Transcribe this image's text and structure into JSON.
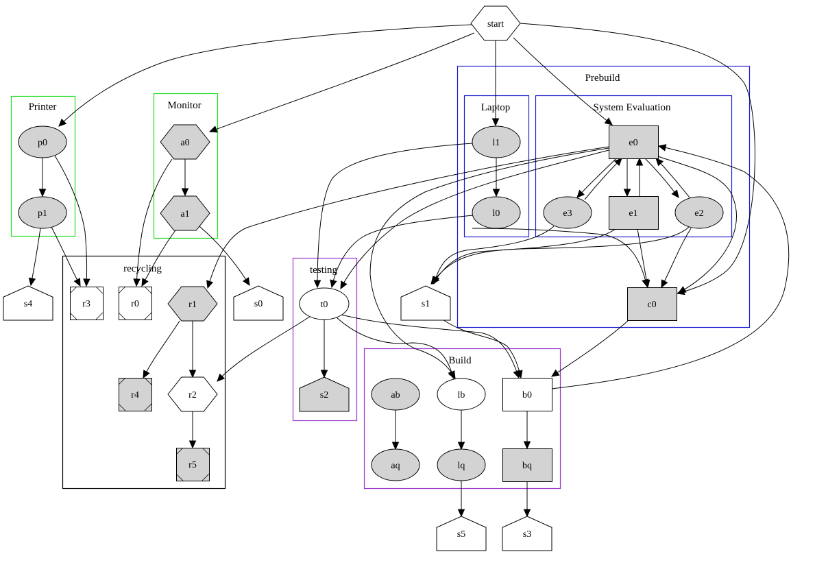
{
  "graph": {
    "colors": {
      "filled": "#d3d3d3",
      "empty": "#ffffff",
      "cluster_green": "#22dd22",
      "cluster_blue": "#1a1acc",
      "cluster_purple": "#9933cc",
      "cluster_black": "#000000"
    },
    "clusters": [
      {
        "id": "printer",
        "label": "Printer",
        "color": "cluster_green"
      },
      {
        "id": "monitor",
        "label": "Monitor",
        "color": "cluster_green"
      },
      {
        "id": "prebuild",
        "label": "Prebuild",
        "color": "cluster_blue"
      },
      {
        "id": "laptop",
        "label": "Laptop",
        "color": "cluster_blue"
      },
      {
        "id": "system-evaluation",
        "label": "System Evaluation",
        "color": "cluster_blue"
      },
      {
        "id": "recycling",
        "label": "recycling",
        "color": "cluster_black"
      },
      {
        "id": "testing",
        "label": "testing",
        "color": "cluster_purple"
      },
      {
        "id": "build",
        "label": "Build",
        "color": "cluster_purple"
      }
    ],
    "nodes": [
      {
        "id": "start",
        "label": "start",
        "shape": "hexagon",
        "filled": false,
        "cluster": ""
      },
      {
        "id": "p0",
        "label": "p0",
        "shape": "ellipse",
        "filled": true,
        "cluster": "printer"
      },
      {
        "id": "p1",
        "label": "p1",
        "shape": "ellipse",
        "filled": true,
        "cluster": "printer"
      },
      {
        "id": "a0",
        "label": "a0",
        "shape": "hexagon",
        "filled": true,
        "cluster": "monitor"
      },
      {
        "id": "a1",
        "label": "a1",
        "shape": "hexagon",
        "filled": true,
        "cluster": "monitor"
      },
      {
        "id": "l1",
        "label": "l1",
        "shape": "ellipse",
        "filled": true,
        "cluster": "laptop"
      },
      {
        "id": "l0",
        "label": "l0",
        "shape": "ellipse",
        "filled": true,
        "cluster": "laptop"
      },
      {
        "id": "e0",
        "label": "e0",
        "shape": "box",
        "filled": true,
        "cluster": "system-evaluation"
      },
      {
        "id": "e1",
        "label": "e1",
        "shape": "box",
        "filled": true,
        "cluster": "system-evaluation"
      },
      {
        "id": "e2",
        "label": "e2",
        "shape": "ellipse",
        "filled": true,
        "cluster": "system-evaluation"
      },
      {
        "id": "e3",
        "label": "e3",
        "shape": "ellipse",
        "filled": true,
        "cluster": "system-evaluation"
      },
      {
        "id": "c0",
        "label": "c0",
        "shape": "box",
        "filled": true,
        "cluster": "prebuild"
      },
      {
        "id": "r0",
        "label": "r0",
        "shape": "msquare",
        "filled": false,
        "cluster": "recycling"
      },
      {
        "id": "r1",
        "label": "r1",
        "shape": "hexagon",
        "filled": true,
        "cluster": "recycling"
      },
      {
        "id": "r2",
        "label": "r2",
        "shape": "hexagon",
        "filled": false,
        "cluster": "recycling"
      },
      {
        "id": "r3",
        "label": "r3",
        "shape": "msquare",
        "filled": false,
        "cluster": "recycling"
      },
      {
        "id": "r4",
        "label": "r4",
        "shape": "msquare",
        "filled": true,
        "cluster": "recycling"
      },
      {
        "id": "r5",
        "label": "r5",
        "shape": "msquare",
        "filled": true,
        "cluster": "recycling"
      },
      {
        "id": "t0",
        "label": "t0",
        "shape": "ellipse",
        "filled": false,
        "cluster": "testing"
      },
      {
        "id": "s2",
        "label": "s2",
        "shape": "house",
        "filled": true,
        "cluster": "testing"
      },
      {
        "id": "ab",
        "label": "ab",
        "shape": "ellipse",
        "filled": true,
        "cluster": "build"
      },
      {
        "id": "aq",
        "label": "aq",
        "shape": "ellipse",
        "filled": true,
        "cluster": "build"
      },
      {
        "id": "lb",
        "label": "lb",
        "shape": "ellipse",
        "filled": false,
        "cluster": "build"
      },
      {
        "id": "lq",
        "label": "lq",
        "shape": "ellipse",
        "filled": true,
        "cluster": "build"
      },
      {
        "id": "b0",
        "label": "b0",
        "shape": "box",
        "filled": false,
        "cluster": "build"
      },
      {
        "id": "bq",
        "label": "bq",
        "shape": "box",
        "filled": true,
        "cluster": "build"
      },
      {
        "id": "s0",
        "label": "s0",
        "shape": "house",
        "filled": false,
        "cluster": ""
      },
      {
        "id": "s1",
        "label": "s1",
        "shape": "house",
        "filled": false,
        "cluster": ""
      },
      {
        "id": "s3",
        "label": "s3",
        "shape": "house",
        "filled": false,
        "cluster": ""
      },
      {
        "id": "s4",
        "label": "s4",
        "shape": "house",
        "filled": false,
        "cluster": ""
      },
      {
        "id": "s5",
        "label": "s5",
        "shape": "house",
        "filled": false,
        "cluster": ""
      }
    ],
    "edges": [
      {
        "from": "start",
        "to": "p0"
      },
      {
        "from": "start",
        "to": "a0"
      },
      {
        "from": "start",
        "to": "l1"
      },
      {
        "from": "start",
        "to": "e0"
      },
      {
        "from": "start",
        "to": "c0"
      },
      {
        "from": "p0",
        "to": "p1"
      },
      {
        "from": "p0",
        "to": "r3"
      },
      {
        "from": "p1",
        "to": "s4"
      },
      {
        "from": "p1",
        "to": "r3"
      },
      {
        "from": "a0",
        "to": "a1"
      },
      {
        "from": "a0",
        "to": "r0"
      },
      {
        "from": "a1",
        "to": "r0"
      },
      {
        "from": "a1",
        "to": "s0"
      },
      {
        "from": "l1",
        "to": "l0"
      },
      {
        "from": "l1",
        "to": "t0"
      },
      {
        "from": "l0",
        "to": "t0"
      },
      {
        "from": "l0",
        "to": "c0"
      },
      {
        "from": "e0",
        "to": "e1"
      },
      {
        "from": "e0",
        "to": "e2"
      },
      {
        "from": "e0",
        "to": "e3"
      },
      {
        "from": "e1",
        "to": "e0"
      },
      {
        "from": "e2",
        "to": "e0"
      },
      {
        "from": "e3",
        "to": "e0"
      },
      {
        "from": "e0",
        "to": "r1"
      },
      {
        "from": "e0",
        "to": "t0"
      },
      {
        "from": "e0",
        "to": "c0"
      },
      {
        "from": "e1",
        "to": "c0"
      },
      {
        "from": "e2",
        "to": "c0"
      },
      {
        "from": "e3",
        "to": "s1"
      },
      {
        "from": "e1",
        "to": "s1"
      },
      {
        "from": "e2",
        "to": "s1"
      },
      {
        "from": "c0",
        "to": "b0"
      },
      {
        "from": "b0",
        "to": "e0"
      },
      {
        "from": "b0",
        "to": "bq"
      },
      {
        "from": "r1",
        "to": "r2"
      },
      {
        "from": "r1",
        "to": "r4"
      },
      {
        "from": "r2",
        "to": "r5"
      },
      {
        "from": "t0",
        "to": "s2"
      },
      {
        "from": "t0",
        "to": "r2"
      },
      {
        "from": "t0",
        "to": "lb"
      },
      {
        "from": "t0",
        "to": "b0"
      },
      {
        "from": "s1",
        "to": "b0"
      },
      {
        "from": "e0",
        "to": "lb"
      },
      {
        "from": "ab",
        "to": "aq"
      },
      {
        "from": "lb",
        "to": "lq"
      },
      {
        "from": "lq",
        "to": "s5"
      },
      {
        "from": "bq",
        "to": "s3"
      }
    ]
  }
}
